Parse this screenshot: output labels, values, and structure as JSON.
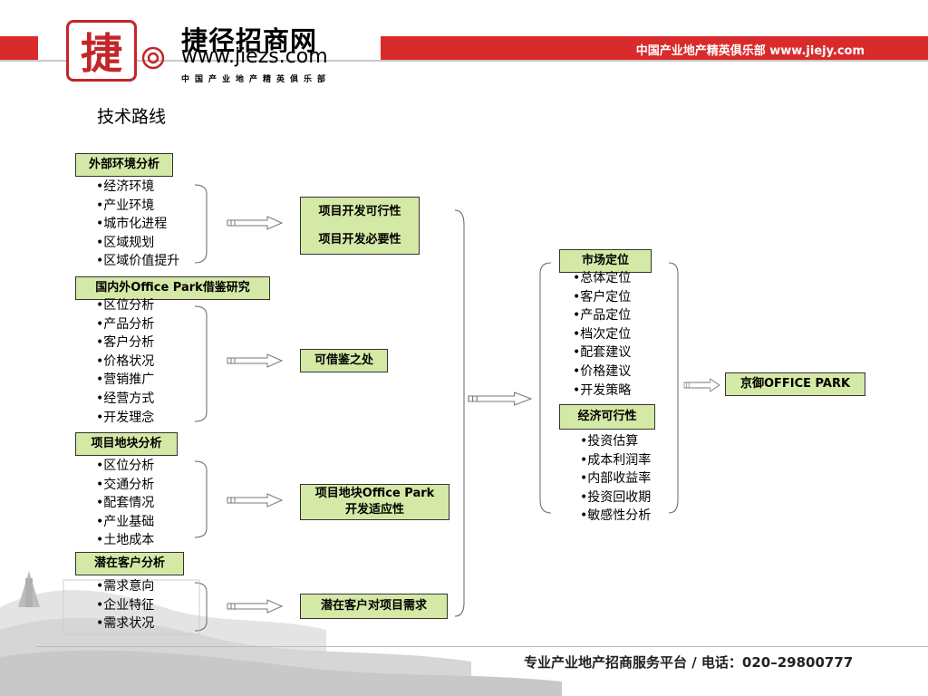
{
  "header": {
    "logo_char": "捷",
    "brand_name": "捷径招商网",
    "brand_url": "www.jiezs.com",
    "brand_sub": "中国产业地产精英俱乐部",
    "slogan": "中国产业地产精英俱乐部 www.jiejy.com"
  },
  "page_title": "技术路线",
  "diagram": {
    "groups": [
      {
        "title": "外部环境分析",
        "items": [
          "•经济环境",
          "•产业环境",
          "•城市化进程",
          "•区域规划",
          "•区域价值提升"
        ],
        "result_lines": [
          "项目开发可行性",
          "项目开发必要性"
        ]
      },
      {
        "title": "国内外Office Park借鉴研究",
        "items": [
          "•区位分析",
          "•产品分析",
          "•客户分析",
          "•价格状况",
          "•营销推广",
          "•经营方式",
          "•开发理念"
        ],
        "result_lines": [
          "可借鉴之处"
        ]
      },
      {
        "title": "项目地块分析",
        "items": [
          "•区位分析",
          "•交通分析",
          "•配套情况",
          "•产业基础",
          "•土地成本"
        ],
        "result_lines": [
          "项目地块Office Park",
          "开发适应性"
        ]
      },
      {
        "title": "潜在客户分析",
        "items": [
          "•需求意向",
          "•企业特征",
          "•需求状况"
        ],
        "result_lines": [
          "潜在客户对项目需求"
        ]
      }
    ],
    "market": {
      "title": "市场定位",
      "items": [
        "•总体定位",
        "•客户定位",
        "•产品定位",
        "•档次定位",
        "•配套建议",
        "•价格建议",
        "•开发策略"
      ]
    },
    "economic": {
      "title": "经济可行性",
      "items": [
        "•投资估算",
        "•成本利润率",
        "•内部收益率",
        "•投资回收期",
        "•敏感性分析"
      ]
    },
    "final": "京御OFFICE PARK"
  },
  "footer": {
    "text": "专业产业地产招商服务平台 / 电话：020–29800777"
  },
  "colors": {
    "brand_red": "#d92b2b",
    "box_fill": "#d5e9a6"
  }
}
